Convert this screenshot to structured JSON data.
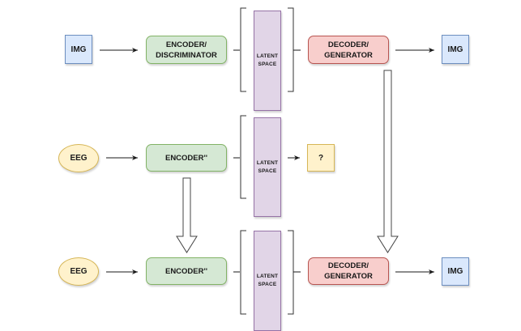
{
  "diagram": {
    "rows": [
      {
        "input": "IMG",
        "encoder": [
          "ENCODER/",
          "DISCRIMINATOR"
        ],
        "latent": [
          "LATENT",
          "SPACE"
        ],
        "decoder": [
          "DECODER/",
          "GENERATOR"
        ],
        "output": "IMG"
      },
      {
        "input": "EEG",
        "encoder": [
          "ENCODER''"
        ],
        "latent": [
          "LATENT",
          "SPACE"
        ],
        "output": "?"
      },
      {
        "input": "EEG",
        "encoder": [
          "ENCODER''"
        ],
        "latent": [
          "LATENT",
          "SPACE"
        ],
        "decoder": [
          "DECODER/",
          "GENERATOR"
        ],
        "output": "IMG"
      }
    ],
    "transfer_arrows": [
      {
        "from": "row2-encoder",
        "to": "row3-encoder"
      },
      {
        "from": "row1-decoder",
        "to": "row3-decoder"
      }
    ],
    "colors": {
      "img_fill": "#dae8fc",
      "img_stroke": "#6c8ebf",
      "encoder_fill": "#d5e8d4",
      "encoder_stroke": "#82b366",
      "decoder_fill": "#f8cecc",
      "decoder_stroke": "#b85450",
      "eeg_fill": "#fff2cc",
      "eeg_stroke": "#d6b656",
      "latent_fill": "#e1d5e7",
      "latent_stroke": "#9673a6",
      "line": "#1a1a1a"
    }
  }
}
